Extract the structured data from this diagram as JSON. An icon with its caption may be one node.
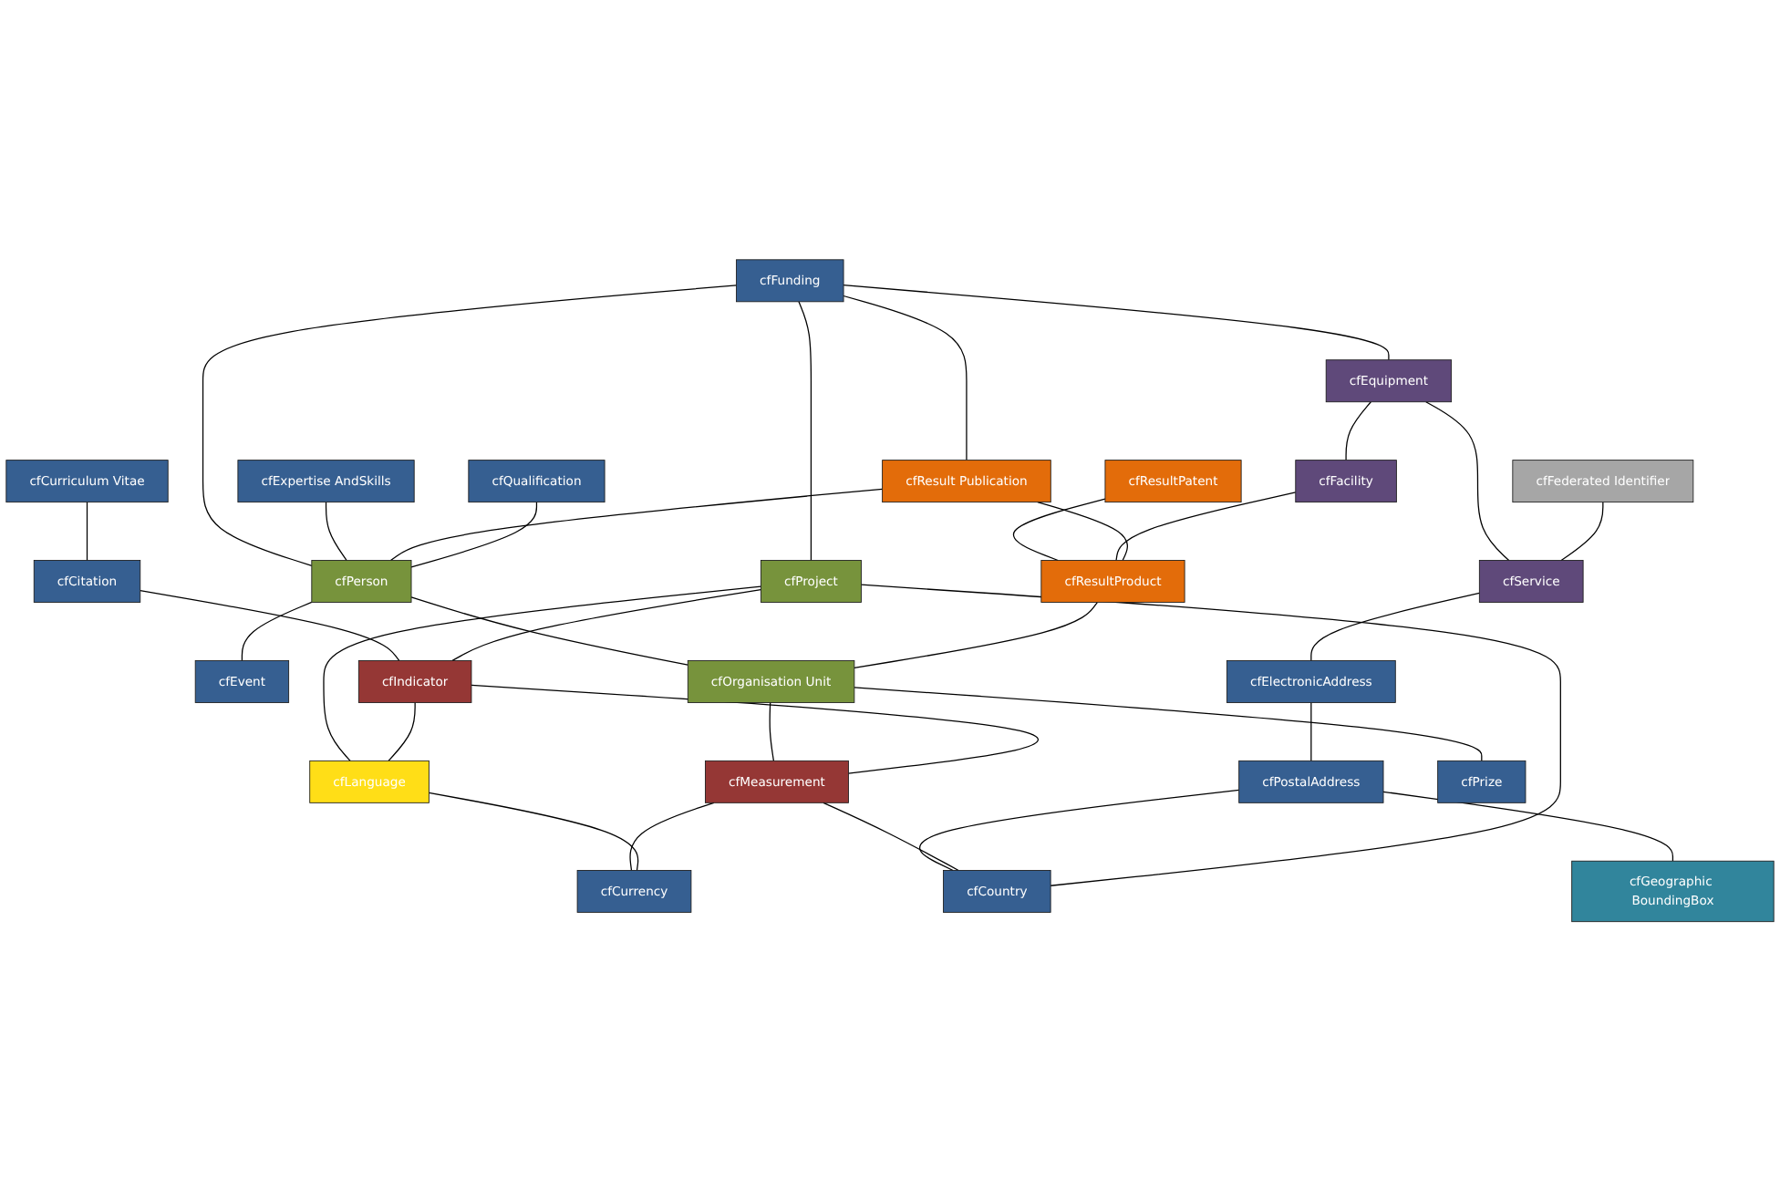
{
  "diagram": {
    "nodes": [
      {
        "text": [
          "cfFunding"
        ]
      },
      {
        "text": [
          "cfEquipment"
        ]
      },
      {
        "text": [
          "cfFederated Identifier"
        ]
      },
      {
        "text": [
          "cfExpertise AndSkills"
        ]
      },
      {
        "text": [
          "cfFacility"
        ]
      },
      {
        "text": [
          "cfResult Publication"
        ]
      },
      {
        "text": [
          "cfQualification"
        ]
      },
      {
        "text": [
          "cfService"
        ]
      },
      {
        "text": [
          "cfResultPatent"
        ]
      },
      {
        "text": [
          "cfResultProduct"
        ]
      },
      {
        "text": [
          "cfElectronicAddress"
        ]
      },
      {
        "text": [
          "cfPrize"
        ]
      },
      {
        "text": [
          "cfProject"
        ]
      },
      {
        "text": [
          "cfPostalAddress"
        ]
      },
      {
        "text": [
          "cfCurriculum Vitae"
        ]
      },
      {
        "text": [
          "cfPerson"
        ]
      },
      {
        "text": [
          "cfOrganisation Unit"
        ]
      },
      {
        "text": [
          "cfGeographic BoundingBox"
        ]
      },
      {
        "text": [
          "cfCitation"
        ]
      },
      {
        "text": [
          "cfIndicator"
        ]
      },
      {
        "text": [
          "cfMeasurement"
        ]
      },
      {
        "text": [
          "cfEvent"
        ]
      },
      {
        "text": [
          "cfCountry"
        ]
      },
      {
        "text": [
          "cfLanguage"
        ]
      },
      {
        "text": [
          "cfCurrency"
        ]
      }
    ],
    "edges": [
      {
        "from": 0,
        "to": 1,
        "arrow": "none"
      },
      {
        "from": 0,
        "to": 5,
        "arrow": "none"
      },
      {
        "from": 0,
        "to": 15,
        "arrow": "none"
      },
      {
        "from": 0,
        "to": 12,
        "arrow": "none"
      },
      {
        "from": 3,
        "to": 15,
        "arrow": "none"
      },
      {
        "from": 5,
        "to": 15,
        "arrow": "none"
      },
      {
        "from": 6,
        "to": 15,
        "arrow": "none"
      },
      {
        "from": 16,
        "to": 11,
        "arrow": "none"
      },
      {
        "from": 14,
        "to": 18,
        "arrow": "none"
      },
      {
        "from": 18,
        "to": 19,
        "arrow": "none"
      },
      {
        "from": 15,
        "to": 21,
        "arrow": "none"
      },
      {
        "from": 15,
        "to": 16,
        "arrow": "none"
      },
      {
        "from": 8,
        "to": 9,
        "arrow": "none"
      },
      {
        "from": 12,
        "to": 19,
        "arrow": "none"
      },
      {
        "from": 12,
        "to": 23,
        "arrow": "none"
      },
      {
        "from": 1,
        "to": 4,
        "arrow": "none"
      },
      {
        "from": 1,
        "to": 7,
        "arrow": "none"
      },
      {
        "from": 4,
        "to": 9,
        "arrow": "none"
      },
      {
        "from": 5,
        "to": 9,
        "arrow": "none"
      },
      {
        "from": 9,
        "to": 16,
        "arrow": "none"
      },
      {
        "from": 2,
        "to": 7,
        "arrow": "none"
      },
      {
        "from": 7,
        "to": 10,
        "arrow": "none"
      },
      {
        "from": 10,
        "to": 13,
        "arrow": "none"
      },
      {
        "from": 13,
        "to": 17,
        "arrow": "none"
      },
      {
        "from": 13,
        "to": 22,
        "arrow": "none"
      },
      {
        "from": 16,
        "to": 20,
        "arrow": "none"
      },
      {
        "from": 19,
        "to": 20,
        "arrow": "none"
      },
      {
        "from": 20,
        "to": 24,
        "arrow": "none"
      },
      {
        "from": 20,
        "to": 22,
        "arrow": "none"
      },
      {
        "from": 23,
        "to": 24,
        "arrow": "none"
      },
      {
        "from": 12,
        "to": 22,
        "arrow": "none"
      },
      {
        "from": 19,
        "to": 23,
        "arrow": "none"
      }
    ]
  }
}
